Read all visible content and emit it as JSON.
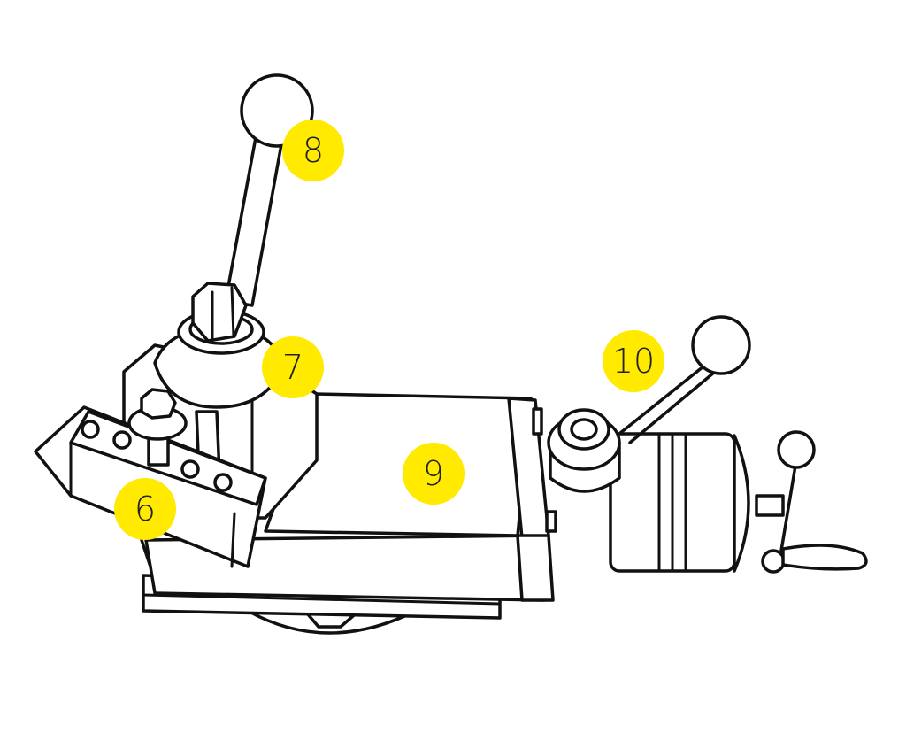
{
  "callout_color": "#FFEA00",
  "callouts": {
    "c6": "6",
    "c7": "7",
    "c8": "8",
    "c9": "9",
    "c10": "10"
  }
}
